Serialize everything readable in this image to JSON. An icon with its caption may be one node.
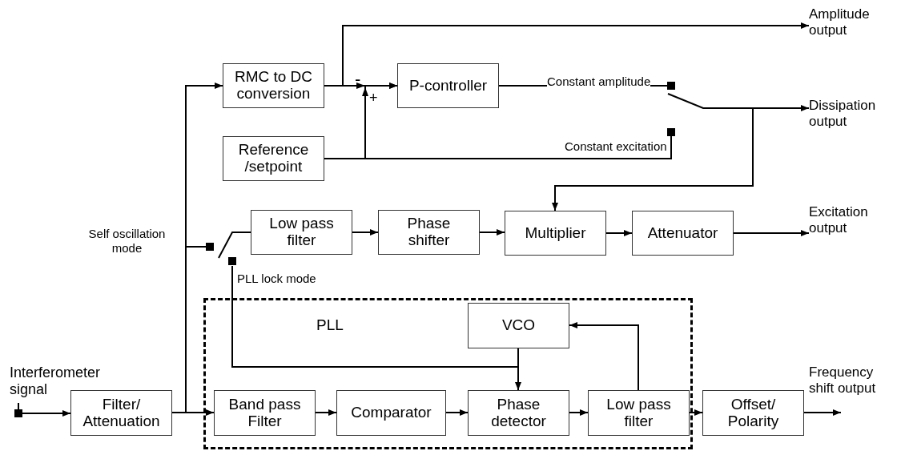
{
  "diagram": {
    "nodes": [
      {
        "text": [
          "Amplitude output"
        ]
      },
      {
        "text": [
          "RMC to DC conversion"
        ]
      },
      {
        "text": [
          "P-controller"
        ]
      },
      {
        "text": [],
        "shape": "switch"
      },
      {
        "text": [
          "Dissipation output"
        ]
      },
      {
        "text": [
          "Reference /setpoint"
        ]
      },
      {
        "text": [],
        "shape": "switch"
      },
      {
        "text": [
          "Low pass filter"
        ]
      },
      {
        "text": [
          "Phase shifter"
        ]
      },
      {
        "text": [
          "Multiplier"
        ]
      },
      {
        "text": [
          "Attenuator"
        ]
      },
      {
        "text": [
          "Excitation output"
        ]
      },
      {
        "text": [
          "PLL"
        ]
      },
      {
        "text": [
          "VCO"
        ],
        "in": 12
      },
      {
        "text": [
          "Filter/ Attenuation"
        ]
      },
      {
        "text": [
          "Band pass Filter"
        ],
        "in": 12
      },
      {
        "text": [
          "Comparator"
        ],
        "in": 12
      },
      {
        "text": [
          "Phase detector"
        ],
        "in": 12
      },
      {
        "text": [
          "Low pass filter"
        ],
        "in": 12
      },
      {
        "text": [
          "Offset/ Polarity"
        ]
      },
      {
        "text": [
          "Interferometer signal"
        ]
      }
    ],
    "edges": [
      {
        "from": 20,
        "to": 14,
        "arrow": "to"
      },
      {
        "from": 14,
        "to": 1,
        "arrow": "to"
      },
      {
        "from": 14,
        "to": 6,
        "arrow": "none",
        "label": "Self oscillation mode"
      },
      {
        "from": 14,
        "to": 15,
        "arrow": "to"
      },
      {
        "from": 1,
        "to": 0,
        "arrow": "to"
      },
      {
        "from": 1,
        "to": 2,
        "arrow": "to"
      },
      {
        "from": 5,
        "to": 2,
        "arrow": "to"
      },
      {
        "from": 2,
        "to": 3,
        "arrow": "none",
        "label": "Constant amplitude"
      },
      {
        "from": 5,
        "to": 3,
        "arrow": "none",
        "label": "Constant excitation"
      },
      {
        "from": 3,
        "to": 4,
        "arrow": "to"
      },
      {
        "from": 3,
        "to": 9,
        "arrow": "to"
      },
      {
        "from": 6,
        "to": 7,
        "arrow": "none"
      },
      {
        "from": 7,
        "to": 8,
        "arrow": "to"
      },
      {
        "from": 8,
        "to": 9,
        "arrow": "to"
      },
      {
        "from": 9,
        "to": 10,
        "arrow": "to"
      },
      {
        "from": 10,
        "to": 11,
        "arrow": "to"
      },
      {
        "from": 13,
        "to": 17,
        "arrow": "to"
      },
      {
        "from": 13,
        "to": 6,
        "arrow": "none",
        "label": "PLL lock mode"
      },
      {
        "from": 15,
        "to": 16,
        "arrow": "to"
      },
      {
        "from": 16,
        "to": 17,
        "arrow": "to"
      },
      {
        "from": 17,
        "to": 18,
        "arrow": "to"
      },
      {
        "from": 18,
        "to": 13,
        "arrow": "to"
      },
      {
        "from": 18,
        "to": 19,
        "arrow": "to"
      },
      {
        "from": 19,
        "to": null,
        "arrow": "to"
      }
    ],
    "labels": [
      "-",
      "+",
      "Frequency shift output"
    ]
  }
}
